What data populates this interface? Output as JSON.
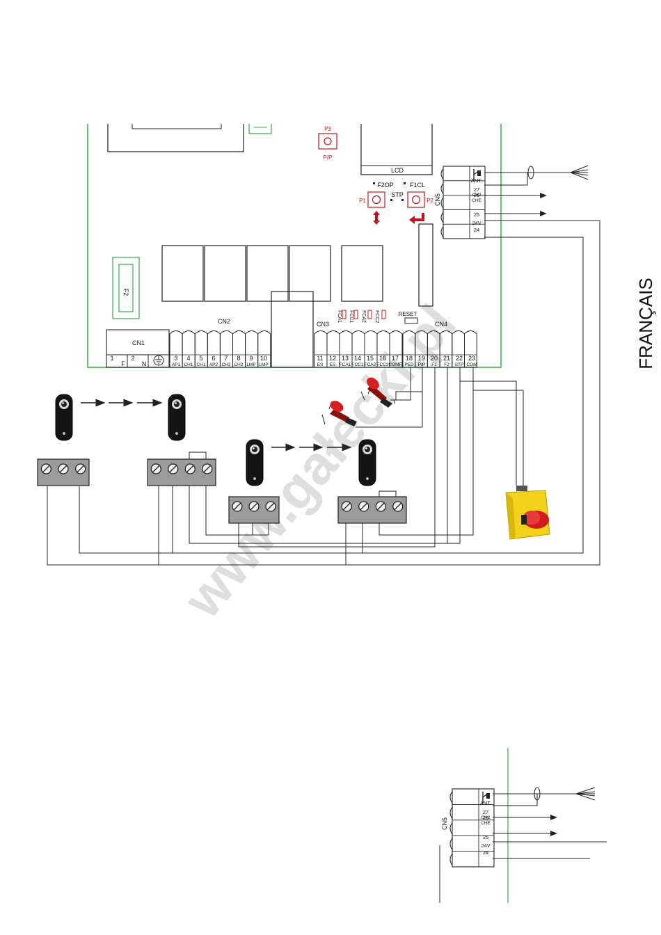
{
  "language_label": "FRANÇAIS",
  "watermark": "www.gałecki.pl",
  "board": {
    "buttons": {
      "p3": "P3",
      "p3_sub": "P/P",
      "p1": "P1",
      "p2": "P2"
    },
    "lcd": "LCD",
    "menu": {
      "f2op": "F2OP",
      "f1cl": "F1CL",
      "stp": "STP"
    },
    "reset": "RESET",
    "fuse": "F2",
    "leds": [
      "FCA1",
      "FCC1",
      "FCA2",
      "FCC2"
    ],
    "connectors": {
      "cn1": "CN1",
      "cn2": "CN2",
      "cn3": "CN3",
      "cn4": "CN4",
      "cn5": "CN5"
    },
    "terminals": [
      {
        "num": "1",
        "sig": "F"
      },
      {
        "num": "2",
        "sig": "N"
      },
      {
        "num": "",
        "sig": ""
      },
      {
        "num": "3",
        "sig": "AP1"
      },
      {
        "num": "4",
        "sig": "CH1"
      },
      {
        "num": "5",
        "sig": "CH1"
      },
      {
        "num": "6",
        "sig": "AP2"
      },
      {
        "num": "7",
        "sig": "CH2"
      },
      {
        "num": "8",
        "sig": "CH2"
      },
      {
        "num": "9",
        "sig": "LMP"
      },
      {
        "num": "10",
        "sig": "LMP"
      },
      {
        "num": "11",
        "sig": "ES"
      },
      {
        "num": "12",
        "sig": "ES"
      },
      {
        "num": "13",
        "sig": "FCA1"
      },
      {
        "num": "14",
        "sig": "FCC1"
      },
      {
        "num": "15",
        "sig": "FCA2"
      },
      {
        "num": "16",
        "sig": "FCC2"
      },
      {
        "num": "17",
        "sig": "COMF"
      },
      {
        "num": "18",
        "sig": "PED"
      },
      {
        "num": "19",
        "sig": "P/P"
      },
      {
        "num": "20",
        "sig": "F1"
      },
      {
        "num": "21",
        "sig": "F2"
      },
      {
        "num": "22",
        "sig": "STP"
      },
      {
        "num": "23",
        "sig": "COM"
      }
    ],
    "cn5_terminals": [
      {
        "num": "",
        "sig": "ANT."
      },
      {
        "num": "27",
        "sig": "CH2"
      },
      {
        "num": "26",
        "sig": "CHE"
      },
      {
        "num": "25",
        "sig": ""
      },
      {
        "num": "",
        "sig": "24V"
      },
      {
        "num": "24",
        "sig": ""
      }
    ]
  },
  "bottom_detail": {
    "cn5": "CN5",
    "cn5_terminals": [
      {
        "num": "",
        "sig": "ANT."
      },
      {
        "num": "27",
        "sig": "CH2"
      },
      {
        "num": "26",
        "sig": "CHE"
      },
      {
        "num": "25",
        "sig": ""
      },
      {
        "num": "",
        "sig": "24V"
      },
      {
        "num": "24",
        "sig": ""
      }
    ]
  },
  "colors": {
    "board_outline": "#3aa64a",
    "accent_red": "#c0141b",
    "emergency_yellow": "#f2d21b",
    "terminal_gray": "#9b9b9b"
  }
}
